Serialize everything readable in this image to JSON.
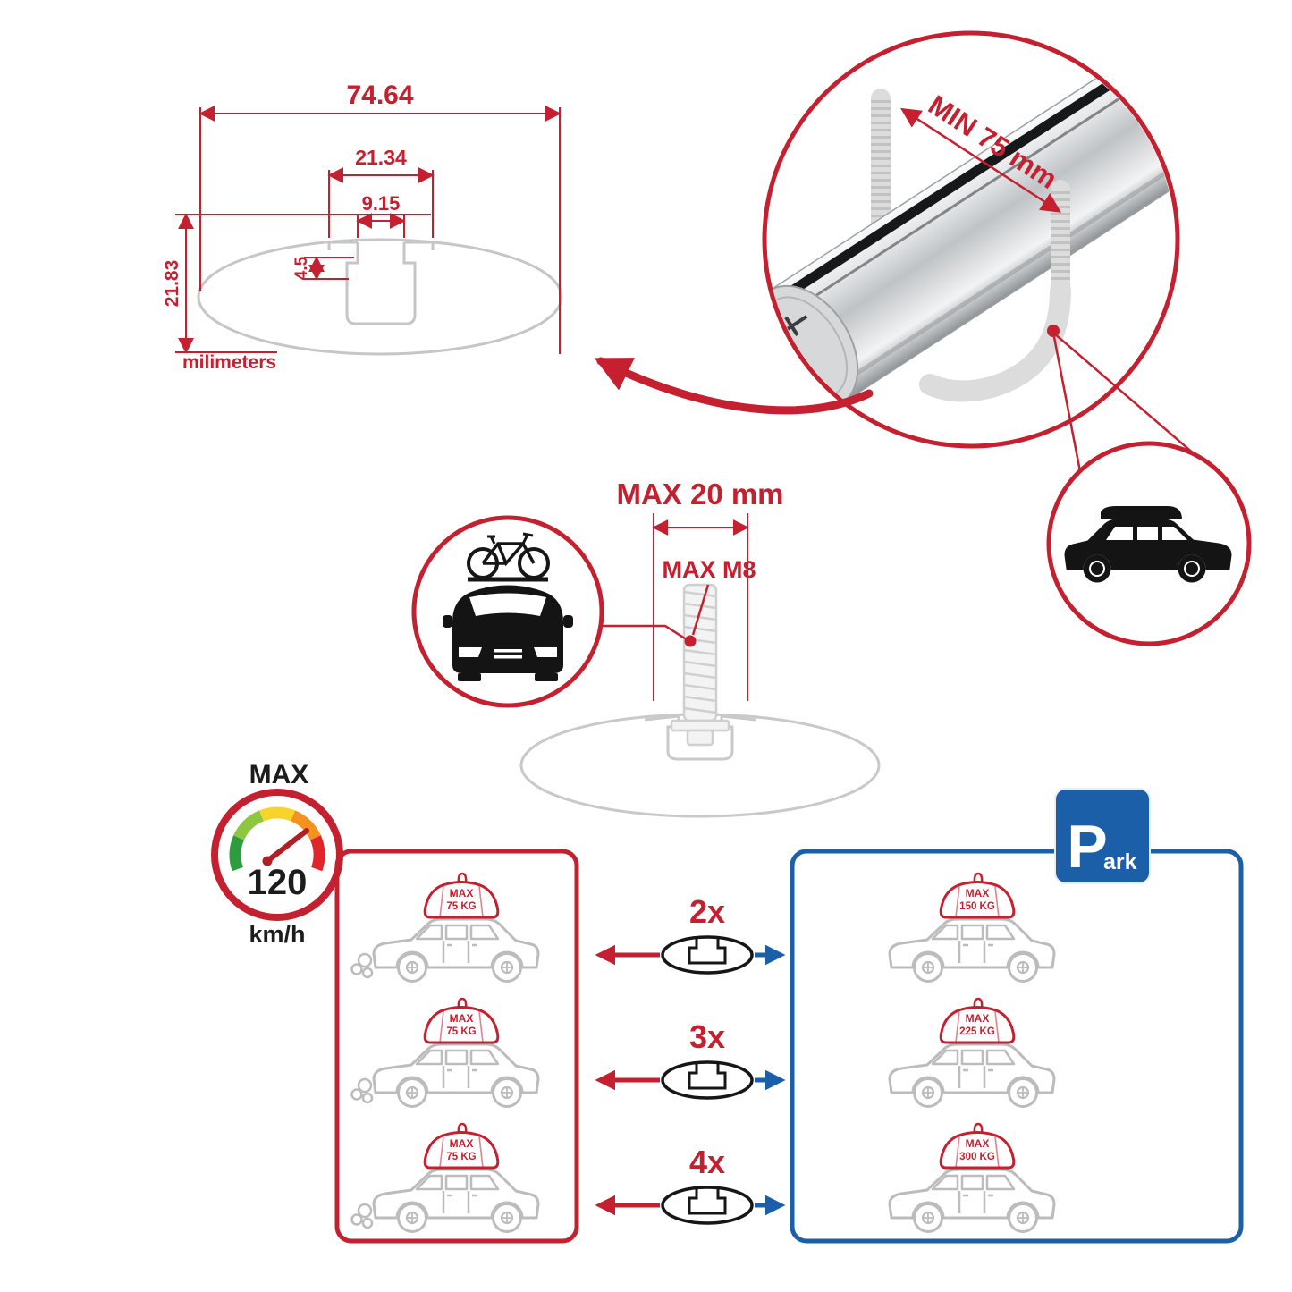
{
  "colors": {
    "accent_red": "#c4202f",
    "accent_blue": "#1b5fa8",
    "profile_gray": "#c6c6c6",
    "car_gray": "#bcbcbc",
    "ink": "#1c1c1c",
    "gauge_green": "#2e9b3c",
    "gauge_lime": "#8dc63f",
    "gauge_yellow": "#f7d42a",
    "gauge_orange": "#f3921e",
    "gauge_red": "#e0252b"
  },
  "profile_dimensions": {
    "total_width": "74.64",
    "channel_outer_width": "21.34",
    "channel_opening_width": "9.15",
    "lip_height": "4.5",
    "total_height": "21.83",
    "units_label": "milimeters"
  },
  "clamp_detail": {
    "min_grip_label": "MIN 75 mm"
  },
  "bolt_detail": {
    "max_length_label": "MAX 20 mm",
    "max_thread_label": "MAX M8"
  },
  "speed_limit": {
    "heading": "MAX",
    "value": "120",
    "units": "km/h"
  },
  "park_sign": {
    "initial": "P",
    "rest": "ark"
  },
  "load_rows": [
    {
      "multiplier": "2x",
      "driving": {
        "line1": "MAX",
        "line2": "75 KG"
      },
      "parked": {
        "line1": "MAX",
        "line2": "150 KG"
      }
    },
    {
      "multiplier": "3x",
      "driving": {
        "line1": "MAX",
        "line2": "75 KG"
      },
      "parked": {
        "line1": "MAX",
        "line2": "225 KG"
      }
    },
    {
      "multiplier": "4x",
      "driving": {
        "line1": "MAX",
        "line2": "75 KG"
      },
      "parked": {
        "line1": "MAX",
        "line2": "300 KG"
      }
    }
  ]
}
